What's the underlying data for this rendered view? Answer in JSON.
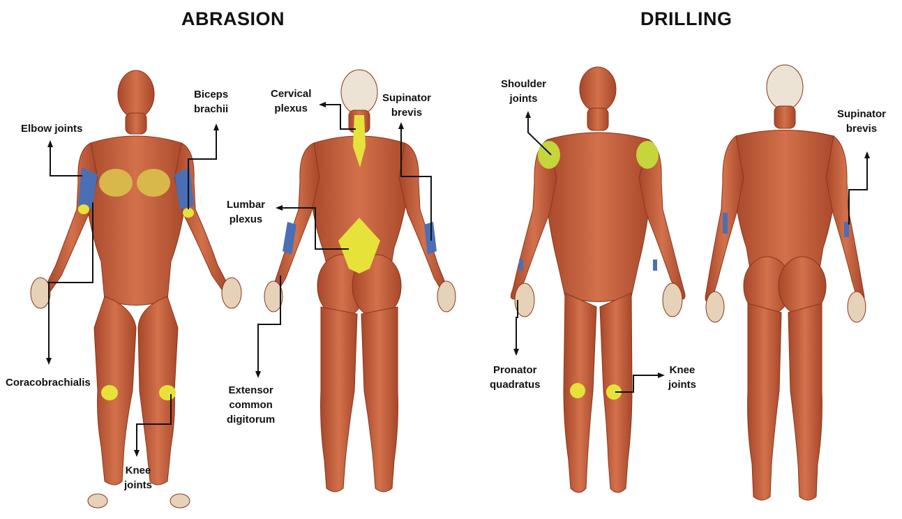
{
  "titles": {
    "left": "ABRASION",
    "right": "DRILLING"
  },
  "abrasion_labels": {
    "elbow": "Elbow joints",
    "biceps": "Biceps\nbrachii",
    "coraco": "Coracobrachialis",
    "knee": "Knee\njoints",
    "cervical": "Cervical\nplexus",
    "supinator": "Supinator\nbrevis",
    "lumbar": "Lumbar\nplexus",
    "extensor": "Extensor\ncommon\ndigitorum"
  },
  "drilling_labels": {
    "shoulder": "Shoulder\njoints",
    "pronator": "Pronator\nquadratus",
    "knee": "Knee\njoints",
    "supinator": "Supinator\nbrevis"
  },
  "colors": {
    "muscle": "#c9623f",
    "muscle_dark": "#9e3f22",
    "tendon": "#efe4cf",
    "highlight_yellow": "#e6e23a",
    "highlight_blue": "#4a6fb5",
    "highlight_green": "#c4d63a",
    "arrow": "#111111"
  }
}
